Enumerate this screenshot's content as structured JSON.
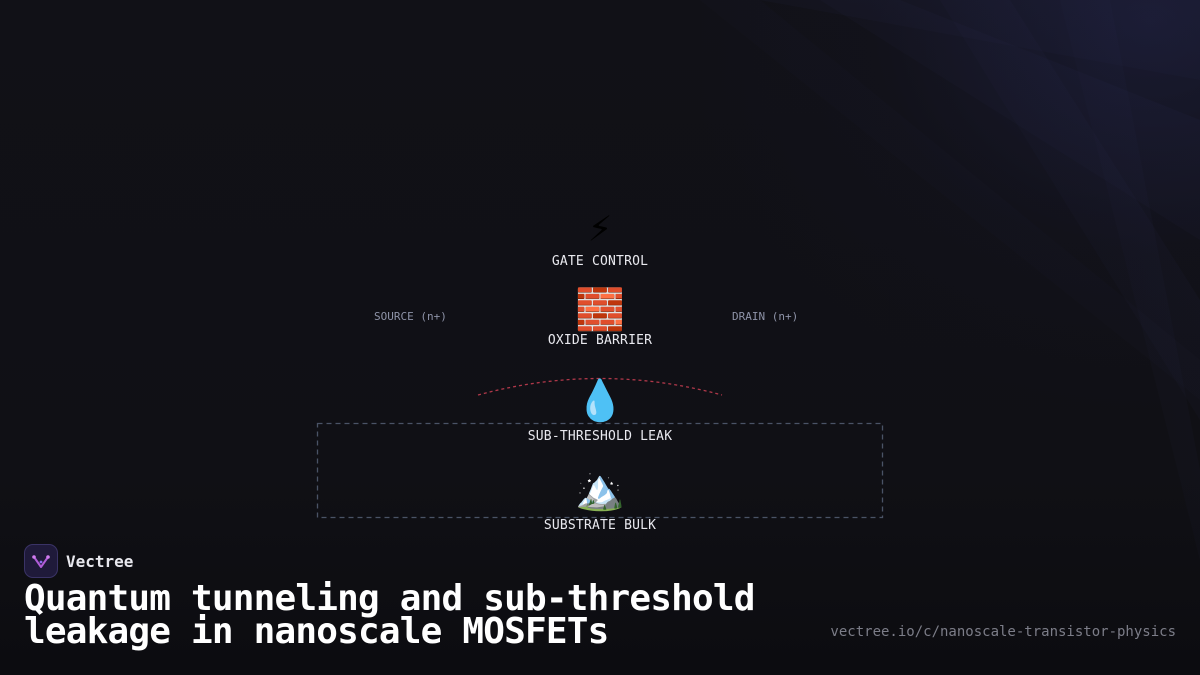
{
  "diagram": {
    "nodes": [
      {
        "id": "gate",
        "icon": "⚡",
        "icon_name": "lightning-icon",
        "label": "GATE CONTROL"
      },
      {
        "id": "oxide",
        "icon": "🧱",
        "icon_name": "brick-wall-icon",
        "label": "OXIDE BARRIER"
      },
      {
        "id": "leak",
        "icon": "💧",
        "icon_name": "droplet-icon",
        "label": "SUB-THRESHOLD LEAK"
      },
      {
        "id": "substrate",
        "icon": "🏔️",
        "icon_name": "mountain-icon",
        "label": "SUBSTRATE BULK"
      }
    ],
    "terminals": {
      "source": "SOURCE (n+)",
      "drain": "DRAIN (n+)"
    },
    "colors": {
      "leak_arc": "#b0384a",
      "channel_box": "#4a5366",
      "label": "#e9e9ef",
      "terminal": "#8e93a8"
    }
  },
  "brand": {
    "name": "Vectree",
    "logo_color": "#b05cd8"
  },
  "headline": {
    "line1": "Quantum tunneling and sub-threshold",
    "line2": "leakage in nanoscale MOSFETs"
  },
  "url": "vectree.io/c/nanoscale-transistor-physics"
}
